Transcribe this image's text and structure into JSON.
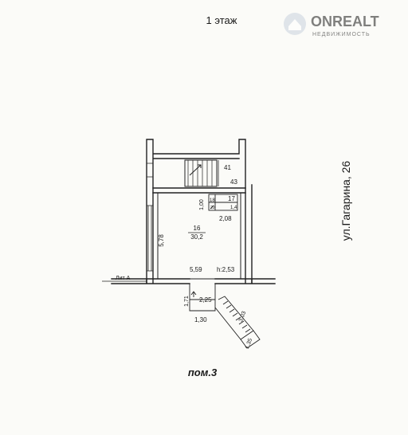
{
  "floor_title": "1 этаж",
  "watermark": {
    "brand": "ONREALT",
    "tagline": "НЕДВИЖИМОСТЬ"
  },
  "street_label": "ул.Гагарина, 26",
  "litera_label": "Лит А",
  "premise_label": "пом.3",
  "rooms": {
    "stair_41": "41",
    "room_43": "43",
    "room_17": "17",
    "room_18": "18",
    "room_20": "20",
    "main_number": "16",
    "main_area": "30,2",
    "main_height": "h:2,53"
  },
  "dimensions": {
    "d_100": "1,00",
    "d_14": "1,4",
    "d_208": "2,08",
    "d_578": "5,78",
    "d_559": "5,59",
    "d_171": "1,71",
    "d_225": "2,25",
    "d_130": "1,30",
    "d_303": "3,03",
    "d_135": "1,35"
  }
}
